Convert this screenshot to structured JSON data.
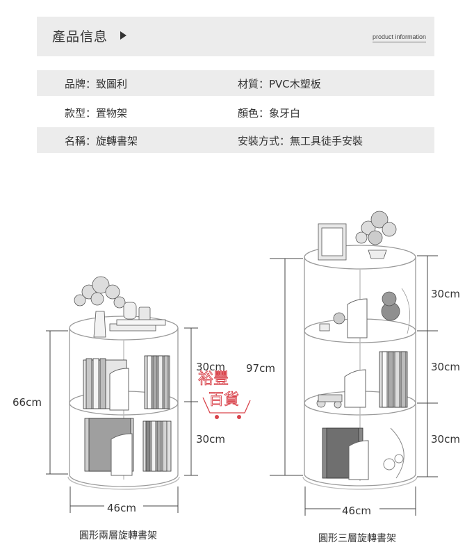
{
  "header": {
    "title": "產品信息",
    "subtitle": "product information"
  },
  "specs": [
    {
      "left": "品牌：致圖利",
      "right": "材質：PVC木塑板"
    },
    {
      "left": "款型：置物架",
      "right": "顏色：象牙白"
    },
    {
      "left": "名稱：旋轉書架",
      "right": "安裝方式：無工具徒手安裝"
    }
  ],
  "products": {
    "two_tier": {
      "caption": "圓形兩層旋轉書架",
      "height_total": "66cm",
      "tier_top": "30cm",
      "tier_bottom": "30cm",
      "width": "46cm"
    },
    "three_tier": {
      "caption": "圓形三層旋轉書架",
      "height_total": "97cm",
      "tier_top": "30cm",
      "tier_middle": "30cm",
      "tier_bottom": "30cm",
      "width": "46cm"
    }
  },
  "watermark": {
    "text_top": "裕豐",
    "text_bottom": "百貨",
    "color": "#d9434b"
  },
  "colors": {
    "band": "#ececec",
    "line": "#444444",
    "shelf_stroke": "#9a9a9a"
  }
}
